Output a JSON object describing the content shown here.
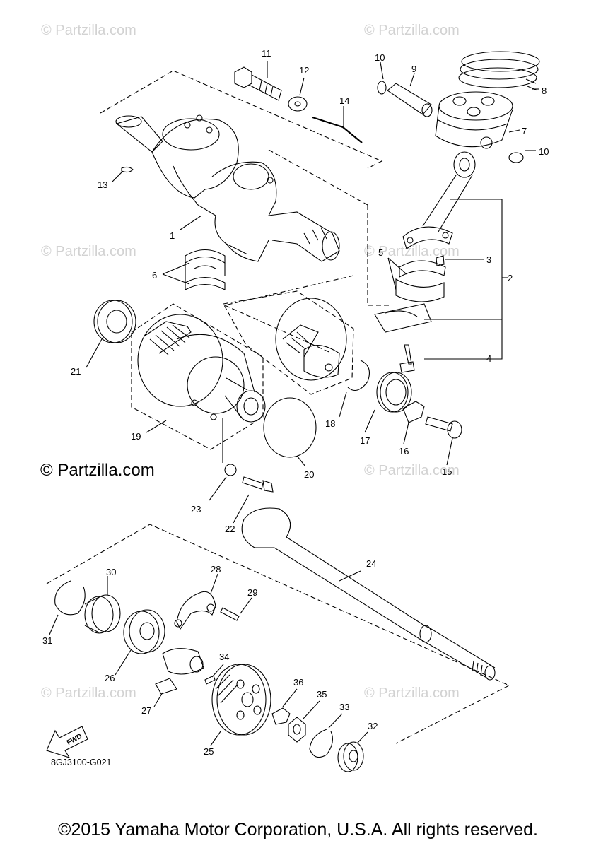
{
  "watermark": "© Partzilla.com",
  "brand": "© Partzilla.com",
  "diagram_code": "8GJ3100-G021",
  "fwd_label": "FWD",
  "copyright": "©2015 Yamaha Motor Corporation, U.S.A. All rights reserved.",
  "callouts": {
    "c1": "1",
    "c2": "2",
    "c3": "3",
    "c4": "4",
    "c5": "5",
    "c6": "6",
    "c7": "7",
    "c8": "8",
    "c9": "9",
    "c10a": "10",
    "c10b": "10",
    "c11": "11",
    "c12": "12",
    "c13": "13",
    "c14": "14",
    "c15": "15",
    "c16": "16",
    "c17": "17",
    "c18": "18",
    "c19": "19",
    "c20": "20",
    "c21": "21",
    "c22": "22",
    "c23": "23",
    "c24": "24",
    "c25": "25",
    "c26": "26",
    "c27": "27",
    "c28": "28",
    "c29": "29",
    "c30": "30",
    "c31": "31",
    "c32": "32",
    "c33": "33",
    "c34": "34",
    "c35": "35",
    "c36": "36"
  }
}
